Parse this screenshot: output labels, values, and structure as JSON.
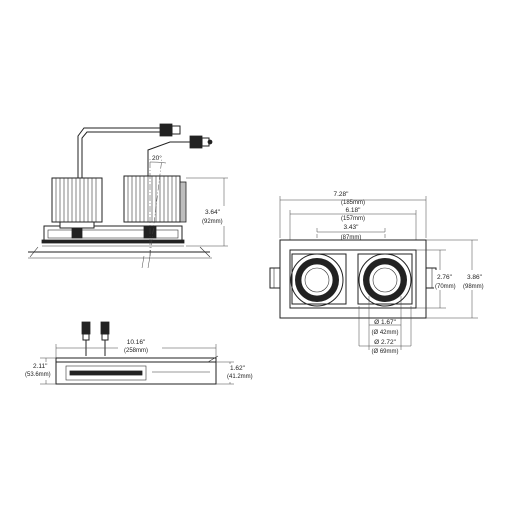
{
  "side_view": {
    "height_in": "3.64\"",
    "height_mm": "(92mm)",
    "tilt_angle": "20°"
  },
  "top_view": {
    "overall_width_in": "7.28\"",
    "overall_width_mm": "(185mm)",
    "cutout_width_in": "6.18\"",
    "cutout_width_mm": "(157mm)",
    "spacing_in": "3.43\"",
    "spacing_mm": "(87mm)",
    "inner_height_in": "2.76\"",
    "inner_height_mm": "(70mm)",
    "outer_height_in": "3.86\"",
    "outer_height_mm": "(98mm)",
    "aperture_in": "Ø 1.67\"",
    "aperture_mm": "(Ø 42mm)",
    "trim_in": "Ø 2.72\"",
    "trim_mm": "(Ø 69mm)"
  },
  "front_view": {
    "length_in": "10.16\"",
    "length_mm": "(258mm)",
    "left_height_in": "2.11\"",
    "left_height_mm": "(53.6mm)",
    "right_height_in": "1.62\"",
    "right_height_mm": "(41.2mm)"
  }
}
